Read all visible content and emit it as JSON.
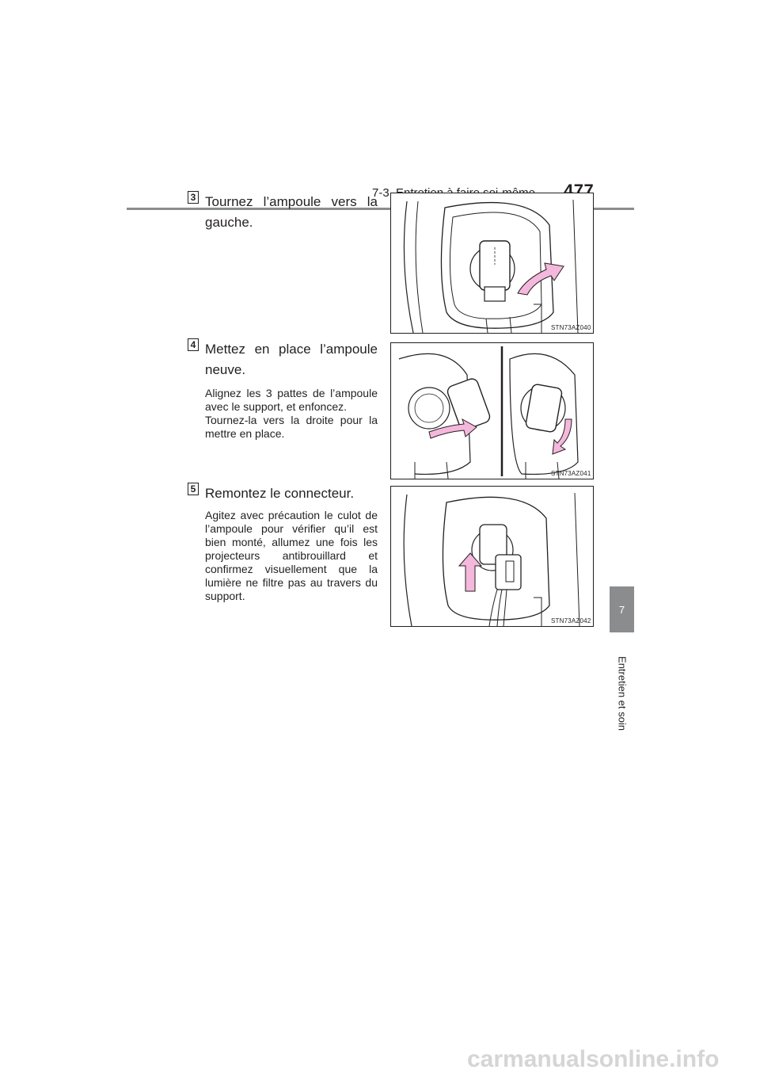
{
  "header": {
    "section_title": "7-3. Entretien à faire soi-même",
    "page_number": "477"
  },
  "side_tab": {
    "chapter_number": "7",
    "chapter_label": "Entretien et soin"
  },
  "steps": [
    {
      "number": "3",
      "title": "Tournez l’ampoule vers la gauche.",
      "body": "",
      "figure_code": "STN73AZ040"
    },
    {
      "number": "4",
      "title": "Mettez en place l’ampoule neuve.",
      "body": "Alignez les 3 pattes de l’ampoule avec le support, et enfoncez.\nTournez-la vers la droite pour la mettre en place.",
      "figure_code": "STN73AZ041"
    },
    {
      "number": "5",
      "title": "Remontez le connecteur.",
      "body": "Agitez avec précaution le culot de l’ampoule pour vérifier qu’il est bien monté, allumez une fois les projecteurs antibrouillard et confirmez visuellement que la lumière ne filtre pas au travers du support.",
      "figure_code": "STN73AZ042"
    }
  ],
  "watermark": "carmanualsonline.info",
  "colors": {
    "accent_gray": "#8a8c8e",
    "arrow_pink": "#f4b8dc",
    "text": "#231f20"
  }
}
